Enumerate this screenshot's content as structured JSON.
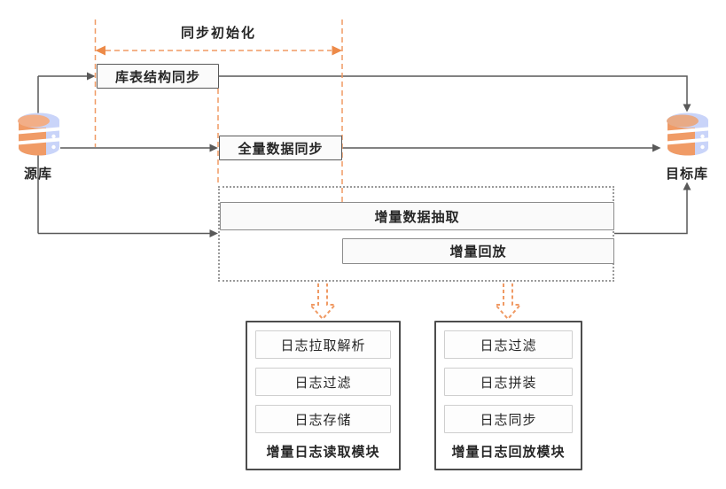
{
  "diagram": {
    "init_phase_label": "同步初始化",
    "source_db": {
      "label": "源库"
    },
    "target_db": {
      "label": "目标库"
    },
    "steps": {
      "schema_sync": "库表结构同步",
      "full_data_sync": "全量数据同步",
      "incremental_extract": "增量数据抽取",
      "incremental_replay": "增量回放"
    },
    "modules": [
      {
        "title": "增量日志读取模块",
        "items": [
          "日志拉取解析",
          "日志过滤",
          "日志存储"
        ]
      },
      {
        "title": "增量日志回放模块",
        "items": [
          "日志过滤",
          "日志拼装",
          "日志同步"
        ]
      }
    ],
    "colors": {
      "line_gray": "#595959",
      "orange_dash": "#F09A64",
      "orange_solid": "#ED8A48",
      "db_blue": "#C9D4F9",
      "db_orange": "#F09B66"
    }
  }
}
